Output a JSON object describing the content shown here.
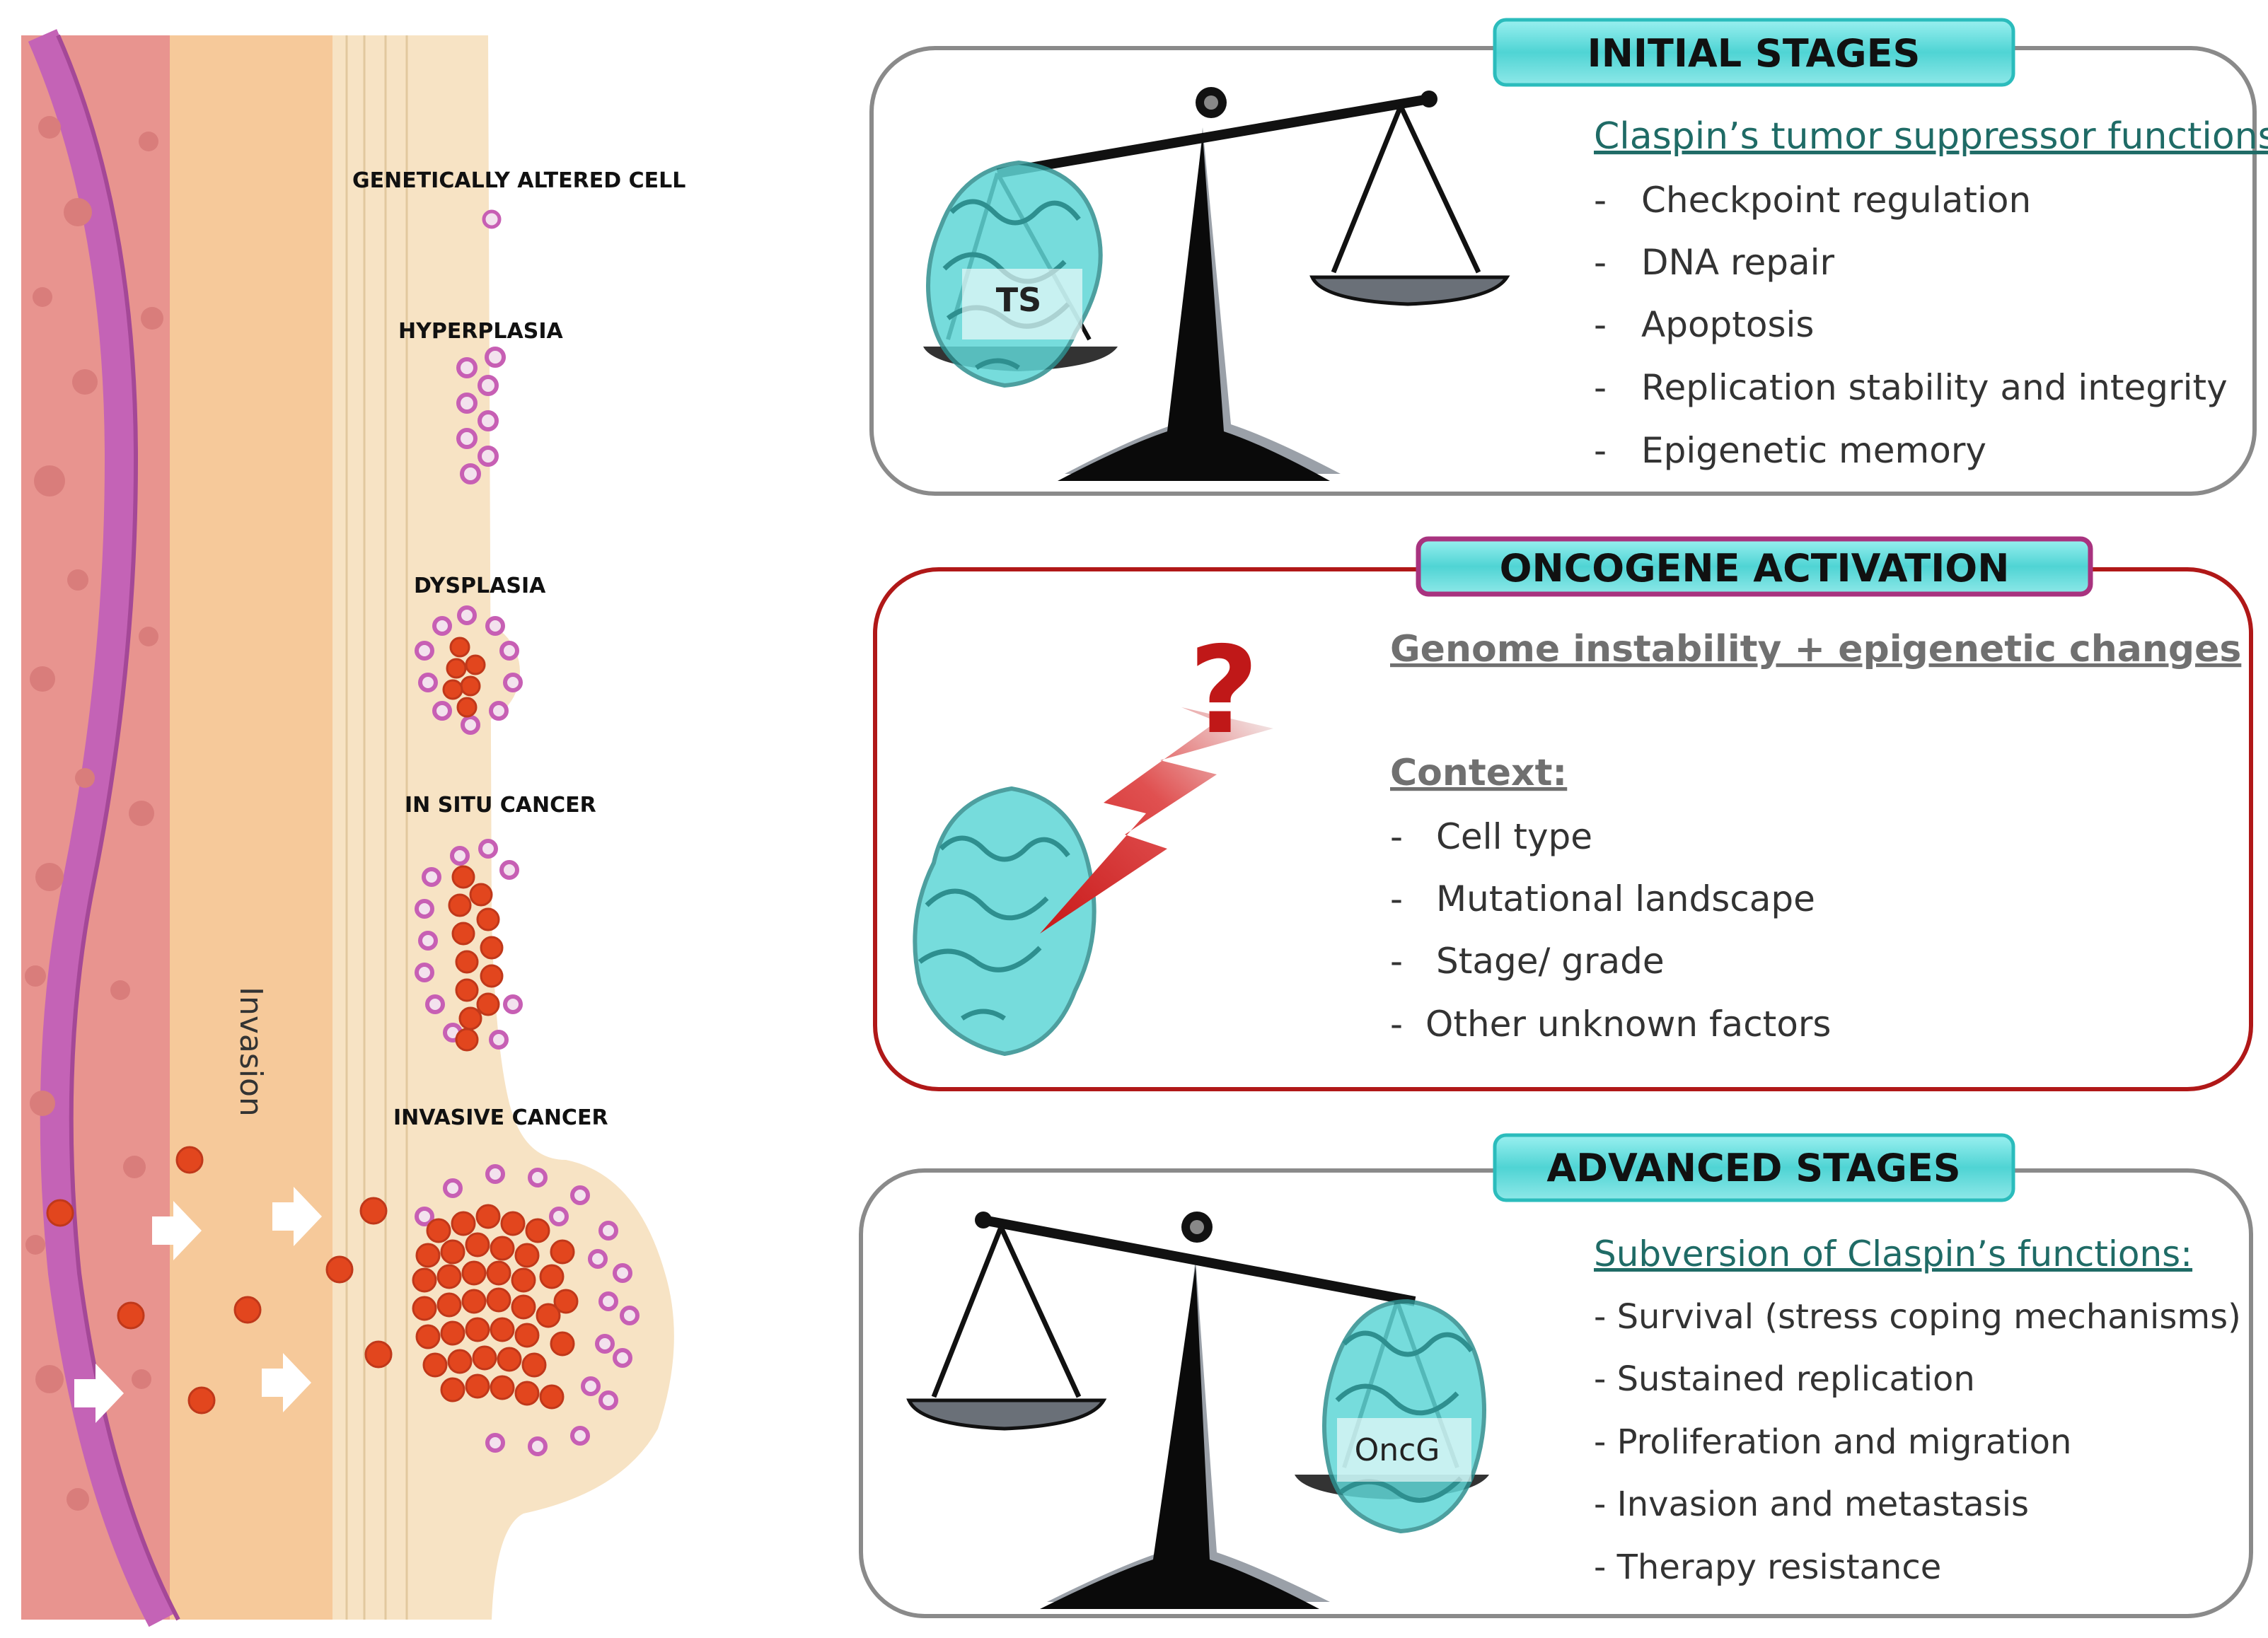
{
  "tissue": {
    "stages": [
      "GENETICALLY ALTERED CELL",
      "HYPERPLASIA",
      "DYSPLASIA",
      "IN SITU CANCER",
      "INVASIVE CANCER"
    ],
    "invasion_label": "Invasion"
  },
  "initial": {
    "banner": "INITIAL STAGES",
    "heading": "Claspin’s tumor suppressor functions:",
    "items": [
      "Checkpoint regulation",
      "DNA repair",
      "Apoptosis",
      "Replication stability and integrity",
      "Epigenetic memory"
    ],
    "protein_label": "TS"
  },
  "oncogene": {
    "banner": "ONCOGENE ACTIVATION",
    "heading": "Genome instability + epigenetic changes",
    "context_heading": "Context:",
    "items": [
      "Cell type",
      "Mutational landscape",
      "Stage/ grade",
      "Other unknown factors"
    ],
    "question_mark": "?"
  },
  "advanced": {
    "banner": "ADVANCED STAGES",
    "heading": "Subversion of Claspin’s functions:",
    "items": [
      "- Survival (stress coping mechanisms)",
      "- Sustained replication",
      "- Proliferation and migration",
      "- Invasion and metastasis",
      "- Therapy resistance"
    ],
    "protein_label": "OncG"
  },
  "colors": {
    "banner_fill": "#63dcdc",
    "banner_text": "#111111",
    "protein": "#5fd6d6",
    "heading_teal": "#1f6b66",
    "oncogene_border": "#b01818",
    "cancer_cell": "#e2461e",
    "normal_cell_ring": "#c75fb4",
    "membrane": "#c463b6",
    "stroma": "#f6c99a"
  }
}
